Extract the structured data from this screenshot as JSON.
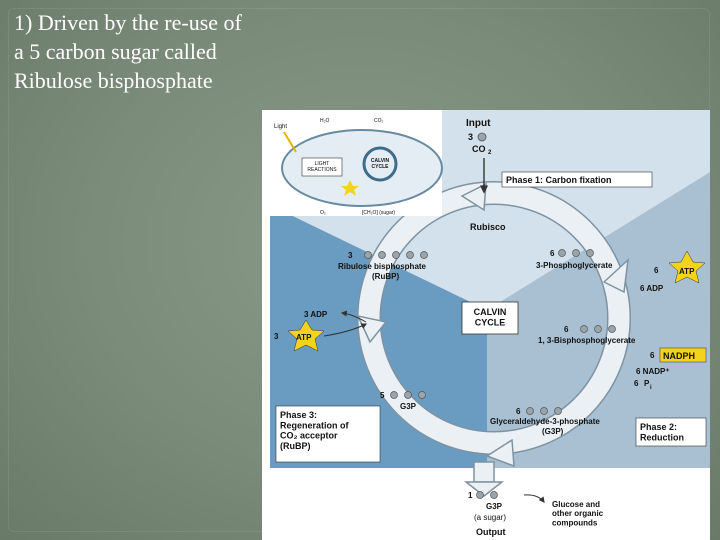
{
  "slide": {
    "title": "1) Driven by the re-use of\n a 5 carbon sugar called\n Ribulose bisphosphate"
  },
  "inset": {
    "light": "Light",
    "h2o": "H₂O",
    "co2": "CO₂",
    "light_reactions": "LIGHT\nREACTIONS",
    "calvin_cycle": "CALVIN\nCYCLE",
    "o2": "O₂",
    "sugar": "[CH₂O] (sugar)"
  },
  "figure": {
    "input_label": "Input",
    "input_count": "3",
    "input_molecule": "CO",
    "input_sub": "2",
    "phase1": "Phase 1: Carbon fixation",
    "rubisco": "Rubisco",
    "pg3_count": "6",
    "pg3_name": "3-Phosphoglycerate",
    "atp_in_count": "6",
    "atp": "ATP",
    "adp_out": "6 ADP",
    "center_label": "CALVIN\nCYCLE",
    "bpg_count": "6",
    "bpg_name": "1, 3-Bisphosphoglycerate",
    "nadph_count": "6",
    "nadph": "NADPH",
    "nadp_out": "6 NADP⁺",
    "pi_out_count": "6",
    "pi": "P",
    "pi_sub": "i",
    "g3p6_count": "6",
    "g3p6_name": "Glyceraldehyde-3-phosphate",
    "g3p6_abbr": "(G3P)",
    "phase2": "Phase 2:\nReduction",
    "output_count": "1",
    "output_name": "G3P",
    "output_note": "(a sugar)",
    "output_label": "Output",
    "glucose": "Glucose and\nother organic\ncompounds",
    "g3p5_count": "5",
    "g3p5_name": "G3P",
    "phase3": "Phase 3:\nRegeneration of\nCO₂ acceptor\n(RuBP)",
    "adp3": "3 ADP",
    "atp3_count": "3",
    "rubp_count": "3",
    "rubp_name": "Ribulose bisphosphate",
    "rubp_abbr": "(RuBP)"
  },
  "colors": {
    "slide_bg": "#7b8b79",
    "phase1_bg": "#d3e1ec",
    "phase2_bg": "#a9c0d3",
    "phase3_bg": "#6a9bc0",
    "atp_star": "#f4d31c",
    "nadph_box": "#f4d31c",
    "cycle_arrow": "#eaf0f4"
  }
}
